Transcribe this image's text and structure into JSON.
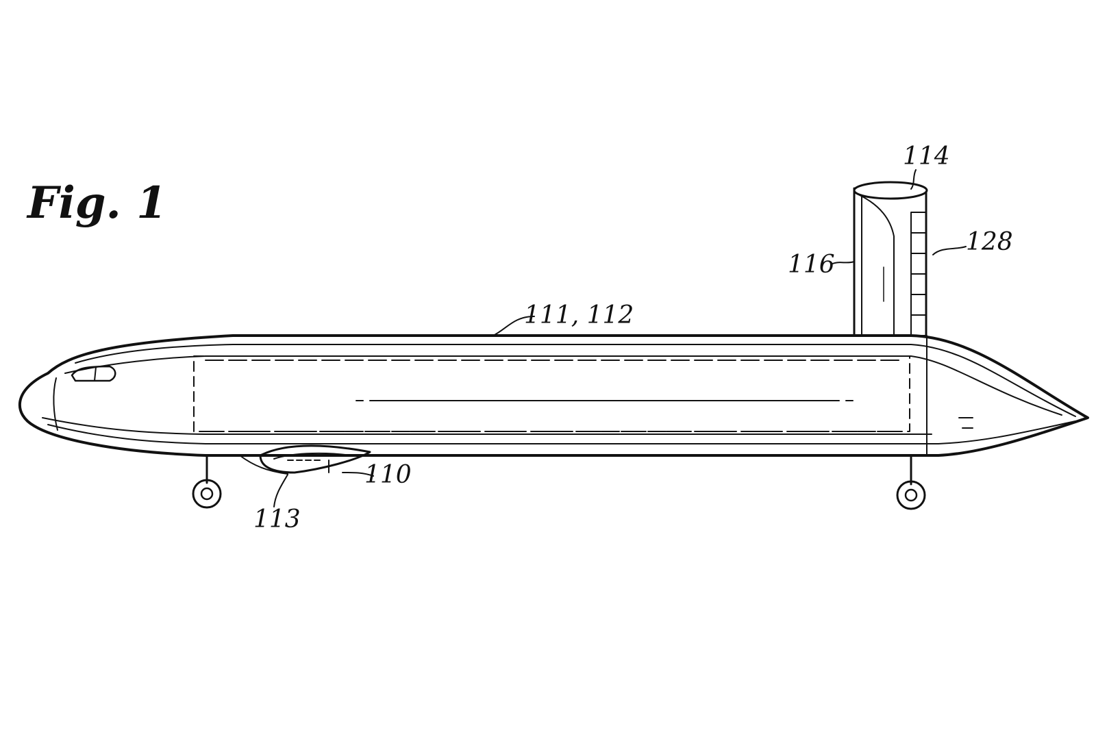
{
  "figure": {
    "title": "Fig. 1"
  },
  "labels": {
    "tail_top": "114",
    "flap": "128",
    "tail_fin": "116",
    "fuselage": "111, 112",
    "engine": "110",
    "engine_inlet": "113"
  },
  "colors": {
    "ink": "#111111",
    "paper": "#ffffff"
  }
}
